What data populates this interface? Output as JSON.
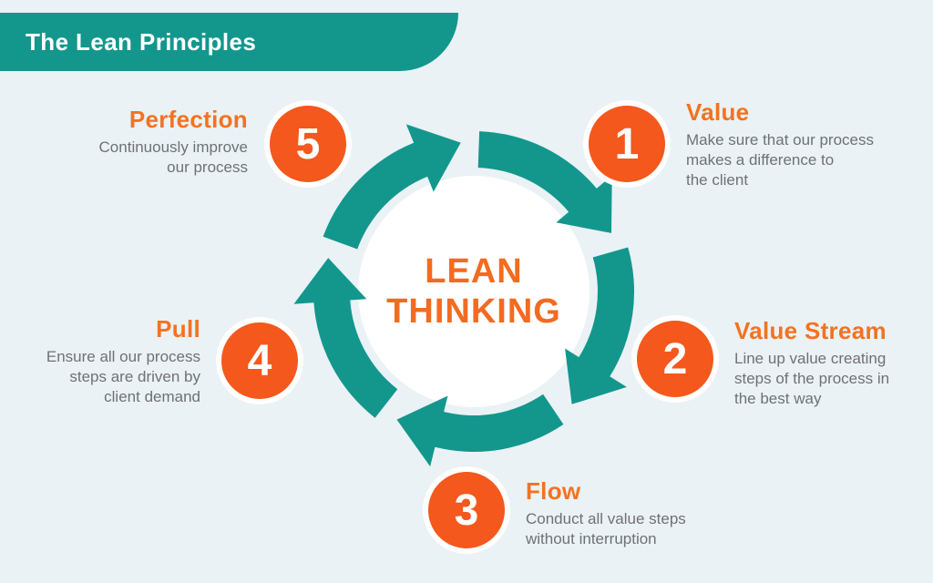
{
  "header": {
    "title": "The Lean Principles"
  },
  "center": {
    "line1": "LEAN",
    "line2": "THINKING"
  },
  "principles": [
    {
      "number": "1",
      "title": "Value",
      "description": "Make sure that our process\nmakes a difference to\nthe client"
    },
    {
      "number": "2",
      "title": "Value Stream",
      "description": "Line up value creating\nsteps of the process in\nthe best way"
    },
    {
      "number": "3",
      "title": "Flow",
      "description": "Conduct all value steps\nwithout interruption"
    },
    {
      "number": "4",
      "title": "Pull",
      "description": "Ensure all our process\nsteps are driven by\nclient demand"
    },
    {
      "number": "5",
      "title": "Perfection",
      "description": "Continuously improve\nour process"
    }
  ],
  "colors": {
    "teal": "#13978d",
    "badge_orange": "#f4581c",
    "heading_orange": "#f47220",
    "center_orange": "#f26b21",
    "body_gray": "#707173",
    "background": "#eaf2f5",
    "white": "#ffffff"
  }
}
